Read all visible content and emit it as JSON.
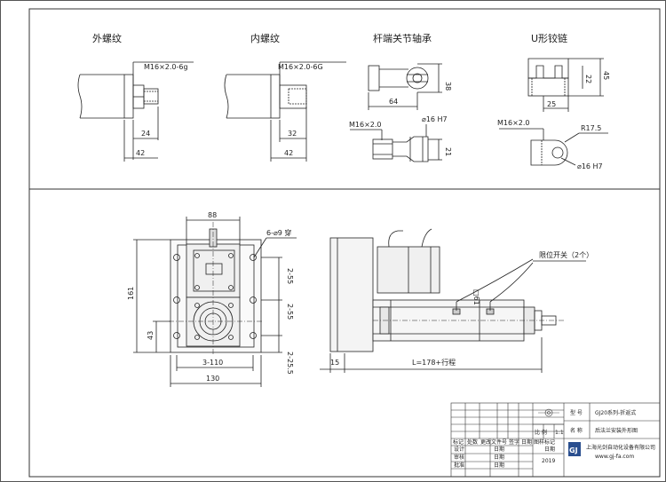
{
  "top_views": [
    {
      "title": "外螺纹",
      "thread": "M16×2.0-6g",
      "dims": [
        "24",
        "42"
      ]
    },
    {
      "title": "内螺纹",
      "thread": "M16×2.0-6G",
      "dims": [
        "32",
        "42"
      ]
    },
    {
      "title": "杆端关节轴承",
      "dims_top": [
        "38",
        "64"
      ],
      "thread": "M16×2.0",
      "bore": "⌀16 H7",
      "dims_bottom": [
        "21"
      ]
    },
    {
      "title": "U形铰链",
      "dims_top": [
        "22",
        "45",
        "25"
      ],
      "thread": "M16×2.0",
      "radius": "R17.5",
      "bore": "⌀16 H7"
    }
  ],
  "front_view": {
    "width_top": "88",
    "holes": "6-⌀9 穿",
    "height_left": "161",
    "height_43": "43",
    "v_dims": [
      "2-55",
      "2-55",
      "2-25.5"
    ],
    "bottom_dim": "3-110",
    "width_bottom": "130"
  },
  "side_view": {
    "limit_switch": "限位开关（2个）",
    "diameter": "□61",
    "left_dim": "15",
    "length": "L=178+行程"
  },
  "title_block": {
    "type_label": "型 号",
    "type_value": "GJ20系列-折返式",
    "name_label": "名 称",
    "name_value": "后法兰安装外形图",
    "scale_label": "比 例",
    "scale_value": "1:1",
    "row_headers": [
      "标记",
      "处数",
      "更改文件号",
      "签字",
      "日期",
      "图样标记"
    ],
    "rows": [
      {
        "label": "设计",
        "date": "日期"
      },
      {
        "label": "审核",
        "date": "日期"
      },
      {
        "label": "批准",
        "date": "日期"
      }
    ],
    "year": "2019",
    "company": "上海光剑自动化设备有限公司",
    "website": "www.gj-fa.com",
    "logo_text": "GJ"
  }
}
